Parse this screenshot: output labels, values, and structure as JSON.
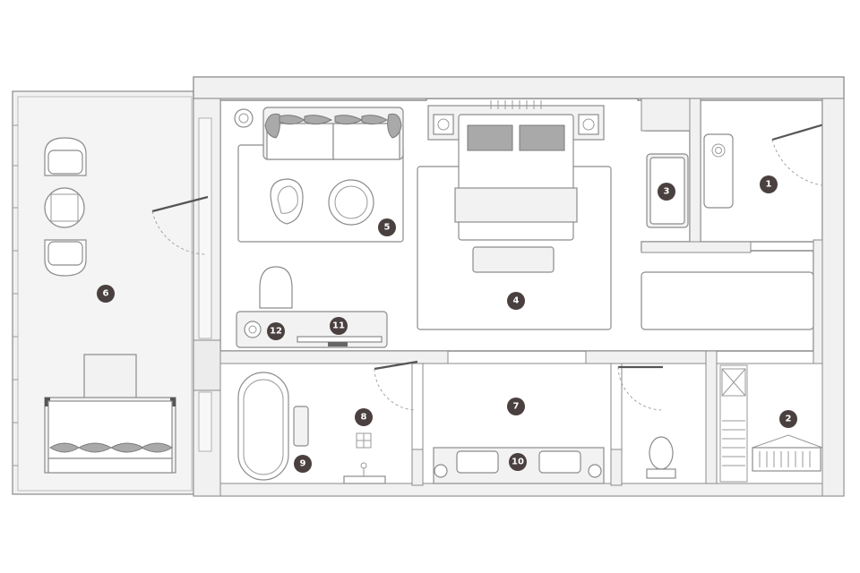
{
  "markers": {
    "m1": "1",
    "m2": "2",
    "m3": "3",
    "m4": "4",
    "m5": "5",
    "m6": "6",
    "m7": "7",
    "m8": "8",
    "m9": "9",
    "m10": "10",
    "m11": "11",
    "m12": "12"
  },
  "colors": {
    "wall_stroke": "#8a8a8a",
    "cushion": "#a9a9a9",
    "badge": "#4a4040",
    "door": "#555555"
  }
}
